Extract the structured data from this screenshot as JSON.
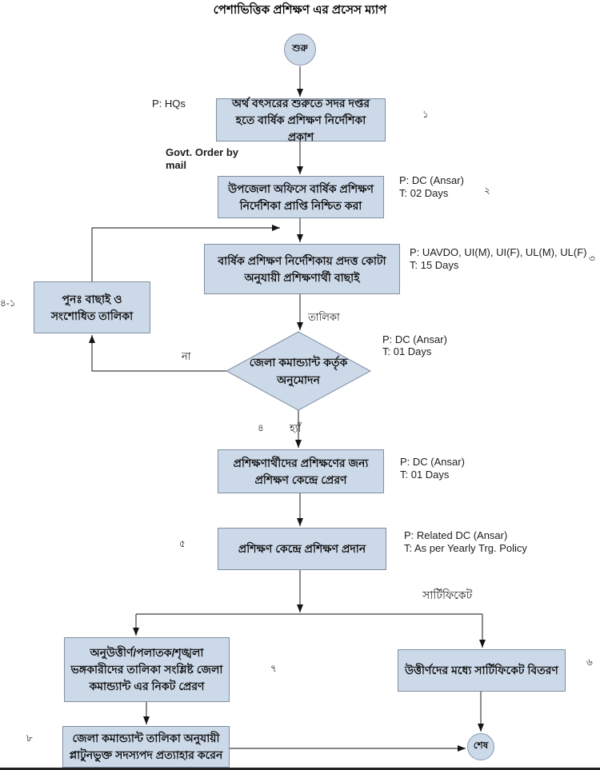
{
  "title": "পেশাভিত্তিক প্রশিক্ষণ এর প্রসেস ম্যাপ",
  "colors": {
    "node_fill": "#ccd9e9",
    "node_border": "#7f8ea0",
    "line": "#3f3f3f"
  },
  "nodes": {
    "start": "শুরু",
    "step1": "অর্থ বৎসরের শুরুতে সদর দপ্তর হতে বার্ষিক প্রশিক্ষণ নির্দেশিকা প্রকাশ",
    "step2": "উপজেলা অফিসে বার্ষিক প্রশিক্ষণ নির্দেশিকা প্রাপ্তি নিশ্চিত করা",
    "step3": "বার্ষিক প্রশিক্ষণ নির্দেশিকায় প্রদত্ত কোটা অনুযায়ী প্রশিক্ষণার্থী বাছাই",
    "rework": "পুনঃ বাছাই ও সংশোধিত তালিকা",
    "decision": "জেলা কমান্ড্যান্ট কর্তৃক অনুমোদন",
    "step4": "প্রশিক্ষণার্থীদের প্রশিক্ষণের জন্য প্রশিক্ষণ কেন্দ্রে প্রেরণ",
    "step5": "প্রশিক্ষণ কেন্দ্রে প্রশিক্ষণ প্রদান",
    "step7": "অনুউত্তীর্ণ/পলাতক/শৃঙ্খলা ভঙ্গকারীদের তালিকা সংশ্লিষ্ট জেলা কমান্ড্যান্ট এর নিকট প্রেরণ",
    "step6": "উত্তীর্ণদের মধ্যে সার্টিফিকেট বিতরণ",
    "step8": "জেলা কমান্ড্যান্ট তালিকা অনুযায়ী প্লাটুনভুক্ত সদস্যপদ প্রত্যাহার করেন",
    "end": "শেষ"
  },
  "numbers": {
    "n1": "১",
    "n2": "২",
    "n3": "৩",
    "n4": "৪",
    "n4_1": "৪-১",
    "n5": "৫",
    "n6": "৬",
    "n7": "৭",
    "n8": "৮"
  },
  "labels": {
    "p_step1": "P: HQs",
    "govt_order_line1": "Govt. Order by",
    "govt_order_line2": "mail",
    "p_step2": "P: DC (Ansar)",
    "t_step2": "T: 02 Days",
    "p_step3": "P: UAVDO, UI(M), UI(F), UL(M), UL(F)",
    "t_step3": "T: 15 Days",
    "list": "তালিকা",
    "p_decision": "P: DC (Ansar)",
    "t_decision": "T: 01 Days",
    "no": "না",
    "yes": "হ্যাঁ",
    "p_step4": "P: DC (Ansar)",
    "t_step4": "T: 01 Days",
    "p_step5": "P: Related DC (Ansar)",
    "t_step5": "T: As per Yearly Trg. Policy",
    "certificate": "সার্টিফিকেট"
  }
}
